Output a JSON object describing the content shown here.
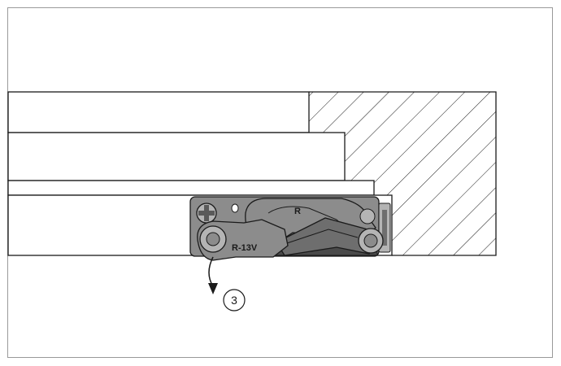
{
  "figure": {
    "latch_mark": "R",
    "hinge_mark": "R-13V",
    "step_number": "3",
    "rotation_direction": "downward",
    "colors": {
      "outline": "#1a1a1a",
      "frame_border": "#9a9a9a",
      "hardware_dark": "#6e6e6e",
      "hardware_mid": "#8c8c8c",
      "hardware_light": "#b4b4b4",
      "hardware_shadow": "#4a4a4a"
    }
  }
}
